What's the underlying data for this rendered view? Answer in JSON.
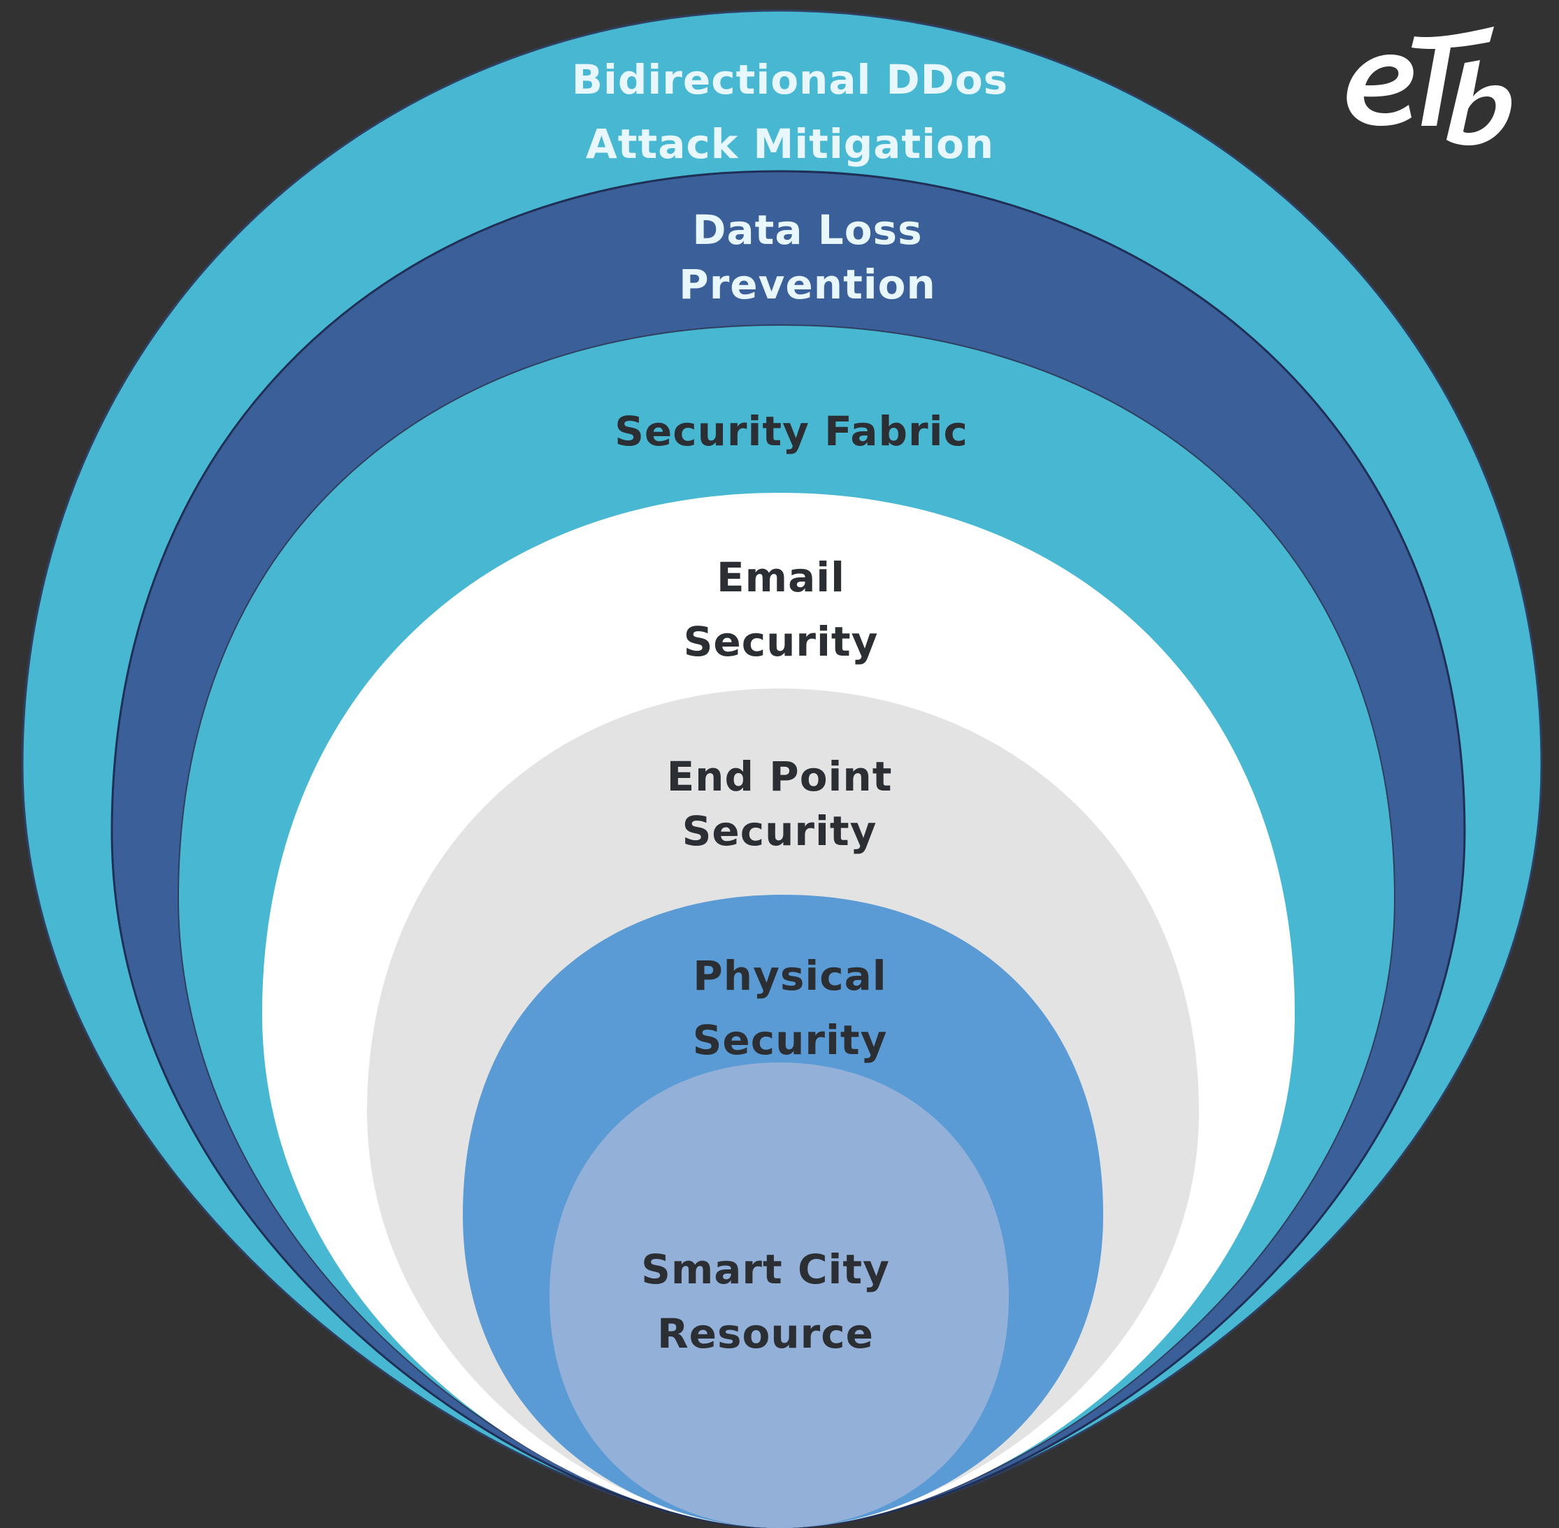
{
  "logo": {
    "name": "etb-logo",
    "text": "eTb"
  },
  "colors": {
    "background": "#323232",
    "outer_ring": "#48b8d2",
    "second_ring": "#3b5f98",
    "third_ring": "#48b8d2",
    "fourth_ring": "#ffffff",
    "fifth_ring": "#e3e3e3",
    "sixth_ring": "#5b9bd5",
    "core": "#93b1d8",
    "label_light": "#e8f7fb",
    "label_dark": "#2b2f33"
  },
  "layers": [
    {
      "id": "ddos",
      "lines": [
        "Bidirectional DDos",
        "Attack Mitigation"
      ]
    },
    {
      "id": "dlp",
      "lines": [
        "Data Loss",
        "Prevention"
      ]
    },
    {
      "id": "fabric",
      "lines": [
        "Security Fabric"
      ]
    },
    {
      "id": "email",
      "lines": [
        "Email",
        "Security"
      ]
    },
    {
      "id": "endpoint",
      "lines": [
        "End Point",
        "Security"
      ]
    },
    {
      "id": "physical",
      "lines": [
        "Physical",
        "Security"
      ]
    },
    {
      "id": "smartcity",
      "lines": [
        "Smart City",
        "Resource"
      ]
    }
  ]
}
